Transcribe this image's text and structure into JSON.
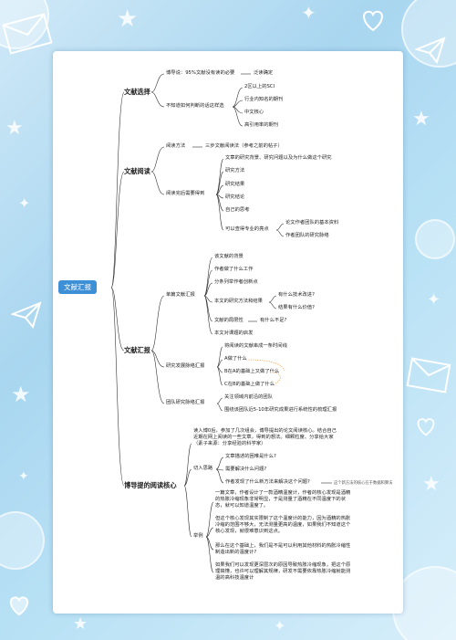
{
  "root": "文献汇报",
  "sections": {
    "s1": {
      "title": "文献选择",
      "b1": "博导说：95%文献没有读的必要",
      "b1c1": "泛读确定",
      "b2": "不知道如何判断的话这样选",
      "b2c": [
        "2区以上的SCI",
        "行业内知名的期刊",
        "中文核心",
        "高引用率的期刊"
      ]
    },
    "s2": {
      "title": "文献阅读",
      "m1": "阅读方法",
      "m1c1": "三步文献阅读法（参考之前的帖子）",
      "m2": "阅读完后需要得到",
      "m2c": [
        "文章的研究背景、研究问题以及为什么做这个研究",
        "研究方法",
        "研究结果",
        "研究结论",
        "自己的思考",
        "可以查得专业的亮点"
      ],
      "hl": [
        "论文作者团队的基本资料",
        "作者团队的研究脉络"
      ]
    },
    "s3": {
      "title": "文献汇报",
      "g1": "单篇文献汇报",
      "g1c": [
        "该文献的背景",
        "作者做了什么工作",
        "分条列举作者创新点",
        "本文的研究方法和结果",
        "文献的局限性",
        "本文对课题的启发"
      ],
      "g1c4": [
        "有什么技术改进?",
        "结果有什么价值?"
      ],
      "g1c5": "有什么不足?",
      "g2": "研究发展脉络汇报",
      "g2c": [
        "将阅读的文献串成一条时间线",
        "A做了什么",
        "B在A的基础上又做了什么",
        "C在B的基础上做了什么"
      ],
      "g3": "团队研究脉络汇报",
      "g3c": [
        "关注领域内前沿的团队",
        "围绕该团队近5-10年研究成果进行系统性的梳理汇报"
      ]
    },
    "s4": {
      "title": "博导提的阅读核心",
      "intro": "读入博0后，参加了几次组会，博导提出的论文阅读核心。结合自己近期在网上阅读的一些文章，得到的想法。细颗粒度、分享给大家（素子来源：分享经验的科学家）",
      "q": "切入思路",
      "qc": [
        "文章描述的困难是什么?",
        "需要解决什么问题?",
        "作者发现了什么新方法来解决这个问题?"
      ],
      "note": "这个新方法的核心在于数据和算法",
      "ex": "举例",
      "exc": [
        "一篇文章，作者设计了一款酒精温度计，作者的核心发现是酒精的热胀冷缩现象非常明显，于是测量了酒精在不同温度下的状态，就可以知道温度了。",
        "但这个核心发现其实限制了这个温度计的能力，因为酒精的热胀冷缩的范围不够大，无法测量更高的温度，如果我们不知道这个核心发现，就很难意识到这点。",
        "那么在这个基础上，我们是不是可以利用其他材料的热胀冷缩性制造出新的温度计?",
        "如果我们可以发现更深层次的原因导致热胀冷缩现象，把这个原理搞懂，也许可以理解其规律，研发不需要依靠热胀冷缩就能测温的高科技温度计"
      ]
    }
  }
}
